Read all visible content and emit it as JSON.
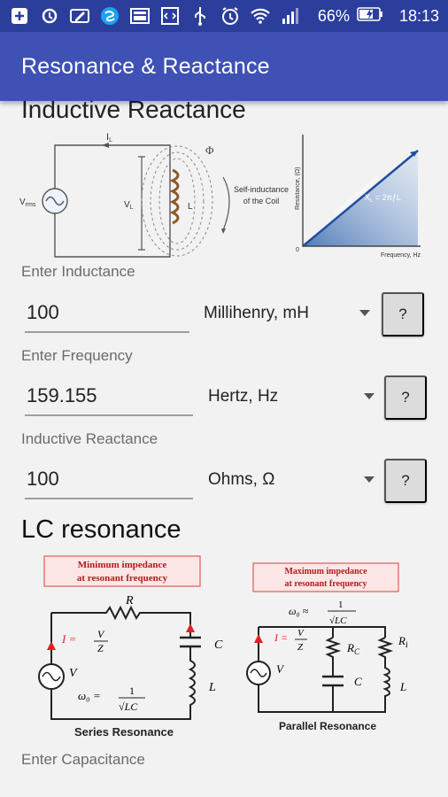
{
  "status_bar": {
    "battery": "66%",
    "time": "18:13",
    "icons": [
      "add-box-icon",
      "sync-icon",
      "edit-icon",
      "swirl-app-icon",
      "gallery-icon",
      "code-icon",
      "usb-icon",
      "alarm-icon",
      "wifi-icon",
      "signal-icon",
      "battery-charging-icon"
    ]
  },
  "app_bar": {
    "title": "Resonance & Reactance"
  },
  "inductive": {
    "heading_partial": "Inductive Reactance",
    "diagram": {
      "il": "I",
      "il_sub": "L",
      "vrms": "V",
      "vrms_sub": "rms",
      "vl": "V",
      "vl_sub": "L",
      "coil_l": "L",
      "phi": "Φ",
      "self_ind_1": "Self-inductance",
      "self_ind_2": "of the Coil",
      "graph_y": "Resistance, (Ω)",
      "graph_x": "Frequency, Hz",
      "graph_line": "Inductive Reactance",
      "formula": "X",
      "formula_sub": "L",
      "formula_rest": " = 2πƒL",
      "origin": "0"
    }
  },
  "fields": [
    {
      "label": "Enter Inductance",
      "value": "100",
      "unit": "Millihenry, mH",
      "help": "?"
    },
    {
      "label": "Enter Frequency",
      "value": "159.155",
      "unit": "Hertz, Hz",
      "help": "?"
    },
    {
      "label": "Inductive Reactance",
      "value": "100",
      "unit": "Ohms, Ω",
      "help": "?"
    }
  ],
  "lc": {
    "heading": "LC resonance",
    "series_box_1": "Minimum impedance",
    "series_box_2": "at resonant frequency",
    "parallel_box_1": "Maximum impedance",
    "parallel_box_2": "at resonant frequency",
    "series_caption": "Series Resonance",
    "parallel_caption": "Parallel Resonance",
    "r": "R",
    "c": "C",
    "l": "L",
    "v": "V",
    "i_eq": "I =",
    "i_num": "V",
    "i_den": "Z",
    "omega_eq": "ω₀ =",
    "omega_approx": "ω₀ ≈",
    "one": "1",
    "sqrt_lc": "√LC",
    "rc": "R",
    "rc_sub": "C",
    "rl": "R",
    "rl_sub": "L"
  },
  "next_label": "Enter Capacitance"
}
